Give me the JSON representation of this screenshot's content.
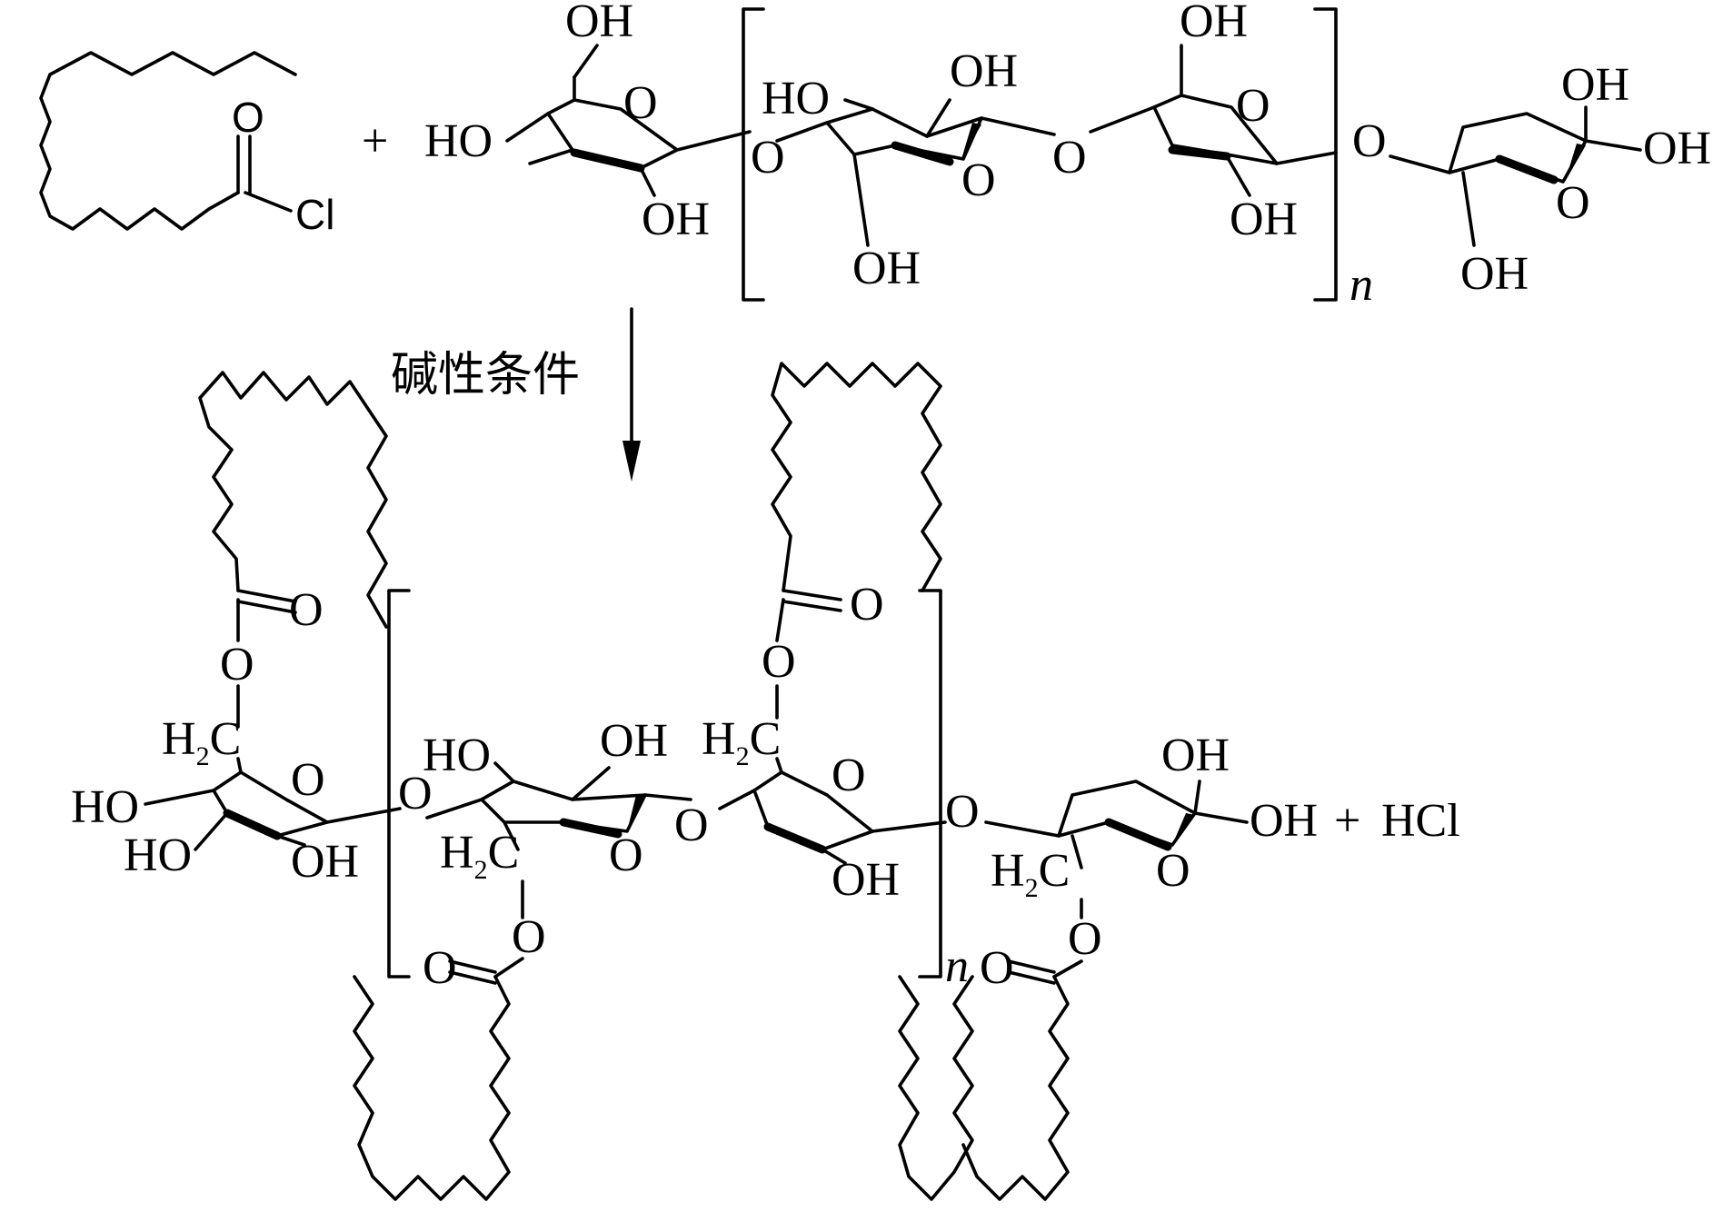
{
  "reactant_acyl_chloride": {
    "carbonyl_oxygen": "O",
    "chlorine": "Cl"
  },
  "plus_sign": "+",
  "reactant_polysaccharide": {
    "hydroxyl": "OH",
    "hydroxyl_left": "HO",
    "ring_oxygen": "O",
    "glycosidic_oxygen": "O",
    "repeat_subscript": "n"
  },
  "reaction_arrow": {
    "condition": "碱性条件"
  },
  "product": {
    "ester_carbonyl": "O",
    "ester_oxygen": "O",
    "methylene_h": "H",
    "methylene_sub": "2",
    "methylene_c": "C",
    "hydroxyl": "OH",
    "hydroxyl_left": "HO",
    "repeat_subscript": "n",
    "byproduct": "HCl"
  },
  "colors": {
    "ink": "#000000",
    "background": "#ffffff"
  }
}
